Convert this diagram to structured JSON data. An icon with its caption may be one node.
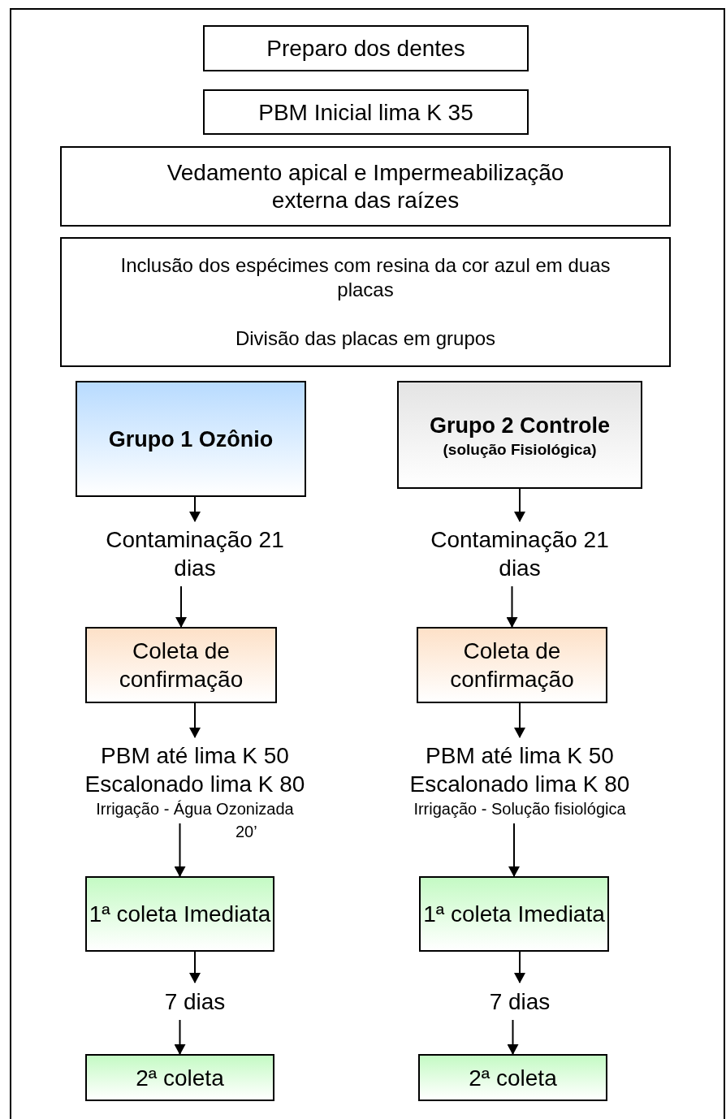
{
  "diagram": {
    "nodes": [
      {
        "text": [
          "Preparo dos dentes"
        ]
      },
      {
        "text": [
          "PBM Inicial lima K 35"
        ]
      },
      {
        "text": [
          "Vedamento apical e Impermeabilização externa das raízes"
        ]
      },
      {
        "text": [
          "Inclusão dos espécimes com resina da cor azul em duas placas",
          "Divisão das placas em grupos"
        ]
      },
      {
        "text": [
          "Grupo 1 Ozônio"
        ]
      },
      {
        "text": [
          "Grupo 2 Controle",
          "(solução Fisiológica)"
        ]
      },
      {
        "text": [
          "Contaminação 21 dias"
        ]
      },
      {
        "text": [
          "Coleta de confirmação"
        ]
      },
      {
        "text": [
          "PBM até lima K 50 Escalonado lima K 80",
          "Irrigação - Água Ozonizada"
        ],
        "beside": [
          "20’"
        ]
      },
      {
        "text": [
          "1ª coleta Imediata"
        ]
      },
      {
        "text": [
          "7 dias"
        ]
      },
      {
        "text": [
          "2ª coleta"
        ]
      },
      {
        "text": [
          "Contaminação 21 dias"
        ]
      },
      {
        "text": [
          "Coleta de confirmação"
        ]
      },
      {
        "text": [
          "PBM até lima K 50 Escalonado lima K 80",
          "Irrigação - Solução fisiológica"
        ]
      },
      {
        "text": [
          "1ª coleta Imediata"
        ]
      },
      {
        "text": [
          "7 dias"
        ]
      },
      {
        "text": [
          "2ª coleta"
        ]
      }
    ],
    "edges": [
      {
        "from": 4,
        "to": 6,
        "arrow": "to"
      },
      {
        "from": 6,
        "to": 7,
        "arrow": "to"
      },
      {
        "from": 7,
        "to": 8,
        "arrow": "to"
      },
      {
        "from": 8,
        "to": 9,
        "arrow": "to"
      },
      {
        "from": 9,
        "to": 10,
        "arrow": "to"
      },
      {
        "from": 10,
        "to": 11,
        "arrow": "to"
      },
      {
        "from": 5,
        "to": 12,
        "arrow": "to"
      },
      {
        "from": 12,
        "to": 13,
        "arrow": "to"
      },
      {
        "from": 13,
        "to": 14,
        "arrow": "to"
      },
      {
        "from": 14,
        "to": 15,
        "arrow": "to"
      },
      {
        "from": 15,
        "to": 16,
        "arrow": "to"
      },
      {
        "from": 16,
        "to": 17,
        "arrow": "to"
      }
    ]
  }
}
